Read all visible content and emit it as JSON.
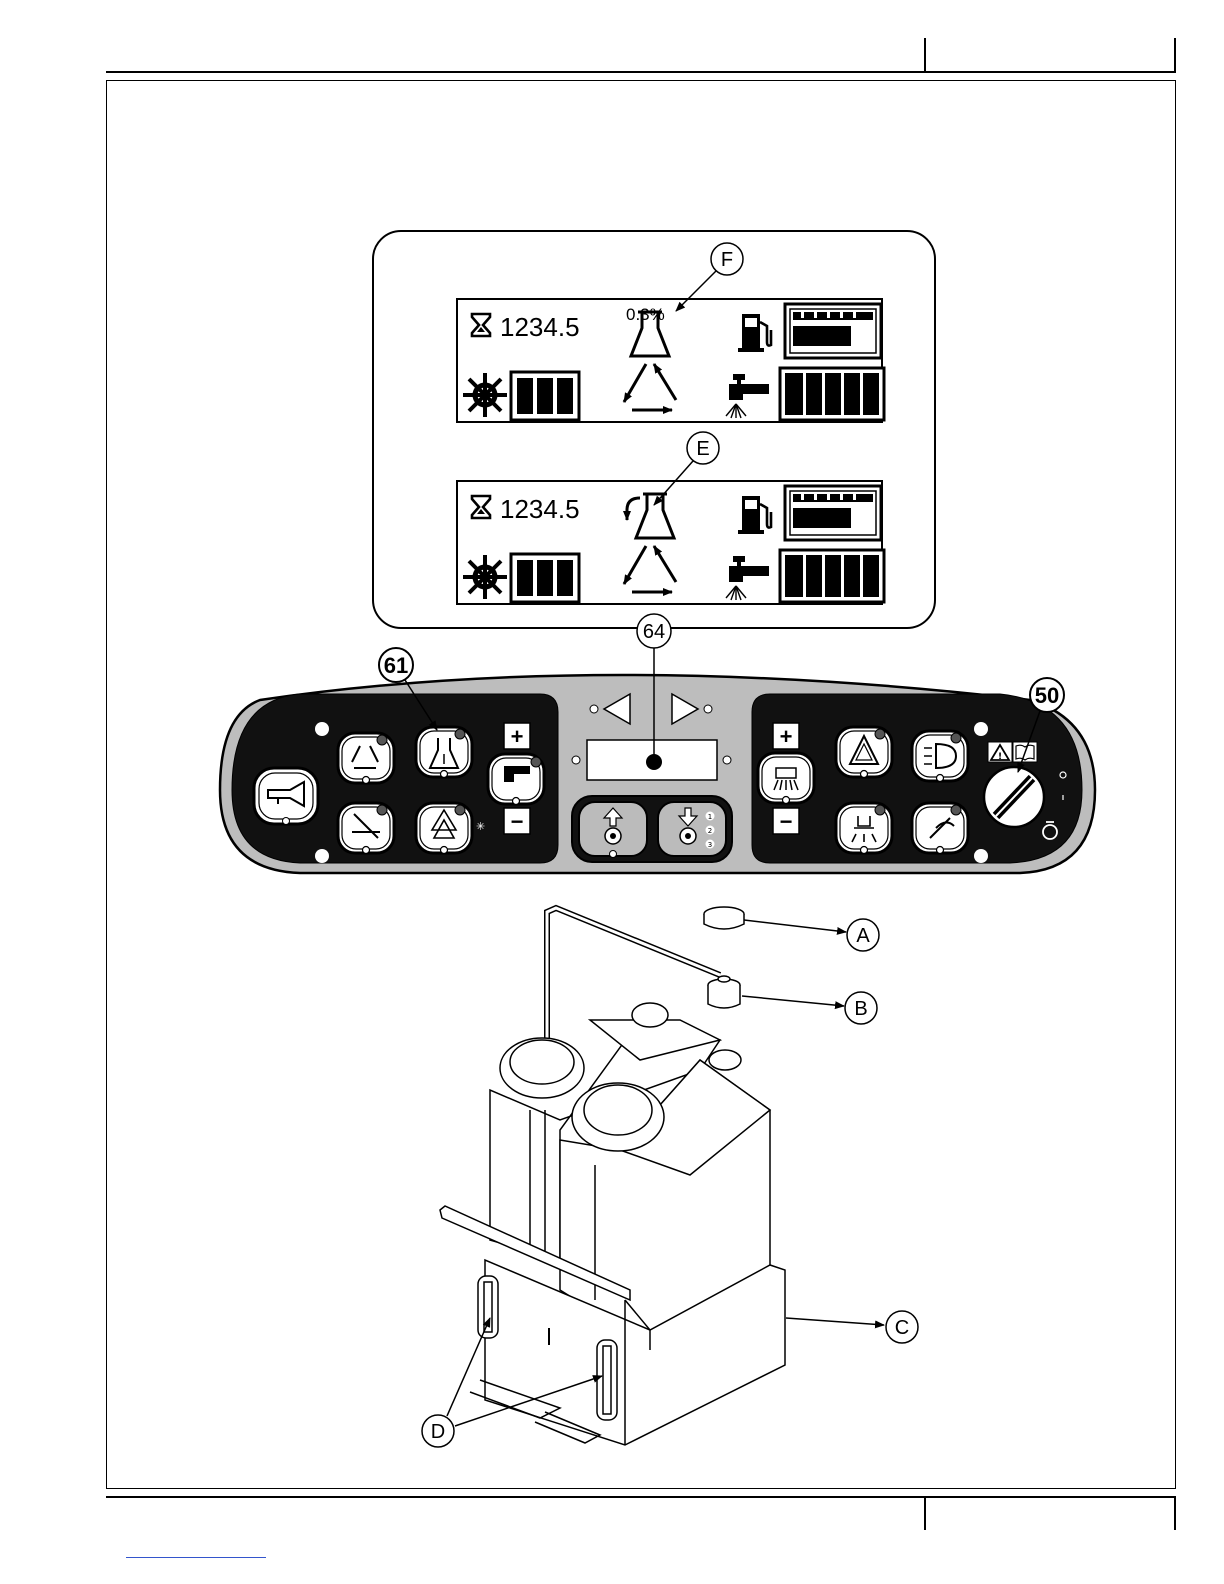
{
  "callouts": {
    "F": "F",
    "E": "E",
    "n64": "64",
    "n61": "61",
    "n50": "50",
    "A": "A",
    "B": "B",
    "C": "C",
    "D": "D"
  },
  "display_top": {
    "hours": "1234.5",
    "detergent_percent": "0.3%"
  },
  "display_bottom": {
    "hours": "1234.5"
  },
  "panel": {
    "plus_left": "+",
    "minus_left": "−",
    "plus_right": "+",
    "minus_right": "−",
    "brush_speeds": [
      "1",
      "2",
      "3"
    ]
  },
  "icons": [
    "hourglass-icon",
    "flask-icon",
    "fuel-pump-icon",
    "fuel-gauge-icon",
    "sun-icon",
    "battery-gauge-icon",
    "recycle-icon",
    "water-tap-icon",
    "water-gauge-icon",
    "horn-icon",
    "hazard-icon",
    "headlight-icon",
    "key-switch-icon",
    "warning-icon",
    "manual-icon"
  ]
}
